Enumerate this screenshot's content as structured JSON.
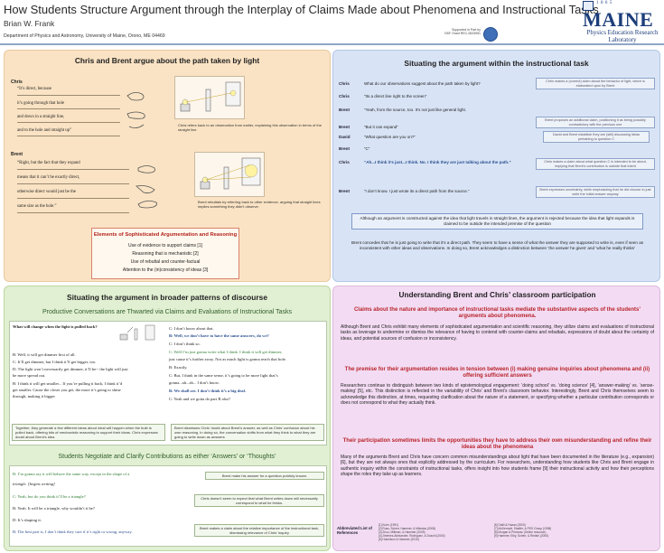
{
  "header": {
    "title": "How Students Structure Argument through the Interplay of Claims Made about Phenomena and Instructional Tasks",
    "author": "Brian W. Frank",
    "department": "Department of Physics and Astronomy, University of Maine, Orono, ME 04469",
    "support": [
      "Supported in Part by",
      "NSF Grant REC-0633951"
    ],
    "logo_year": "1 8 6 5",
    "logo_name": "MAINE",
    "lab_name": "Physics Education Research Laboratory"
  },
  "left_top": {
    "title": "Chris and Brent argue about the path taken by light",
    "chris_name": "Chris",
    "chris_lines": [
      "“It’s direct, because",
      "it’s going through that hole",
      "and down in a straight line,",
      "and to the hole and straight up”"
    ],
    "chris_caption": "Chris refers back to an observation from earlier, explaining this observation in terms of the straight line",
    "brent_name": "Brent",
    "brent_lines": [
      "“Right, but the fact that they expand",
      "means that it can’t be exactly direct,",
      "otherwise direct would just be the",
      "same size as the hole.”"
    ],
    "brent_caption": "Brent rebuttals by referring back to other evidence, arguing that straight lines implies something they didn’t observe.",
    "elements": {
      "title": "Elements of Sophisticated Argumentation and Reasoning",
      "items": [
        "Use of evidence to support claims [1]",
        "Reasoning that is mechanistic [2]",
        "Use of rebuttal and counter-factual",
        "Attention to the (in)consistency of ideas [3]"
      ]
    }
  },
  "right_top": {
    "title": "Situating the argument within the instructional task",
    "transcript": [
      {
        "speaker": "Chris",
        "text": "What do our observations suggest about the path taken by light?"
      },
      {
        "speaker": "Chris",
        "text": "“Its a direct line right to the screen”"
      },
      {
        "speaker": "Brent",
        "text": "“Yeah, from the source, too. It’s not just like general light."
      },
      {
        "speaker": "Brent",
        "text": "“But it can expand”"
      },
      {
        "speaker": "David",
        "text": "“What question are you on?”"
      },
      {
        "speaker": "Brent",
        "text": "“C”"
      },
      {
        "speaker": "Chris",
        "text": "“Ah...I think it’s just...I think. No. I think they are just talking about the path.”"
      },
      {
        "speaker": "Brent",
        "text": "“I don’t know. I just wrote its a direct path from the source.”"
      }
    ],
    "notes": [
      "Chris makes a (correct) claim about the behavior of light, which is elaborated upon by Brent",
      "Brent proposes an additional claim, positioning it as being possibly contradictory with the previous one",
      "David and Brent establish they are (still) discussing ideas pertaining to question C",
      "Chris makes a claim about what question C is intended to be about, implying that Brent’s contribution is outside that intent",
      "Brent expresses uncertainty, while emphasizing that he did choose to just write the initial answer anyway"
    ],
    "summary_box": "Although an argument is constructed against the idea that light travels in straight lines, the argument is rejected because the idea that light expands is claimed to be outside the intended premise of the question",
    "summary_text": "Brent concedes that he is just going to write that it’s a direct path. They seem to have a sense of what the answer they are supposed to write is, even if seen as inconsistent with other ideas and observations. In doing so, Brent acknowledges a distinction between ‘the answer he gives’ and ‘what he really thinks’"
  },
  "left_bottom": {
    "title": "Situating the argument in broader patterns of discourse",
    "subtitle1": "Productive Conversations are Thwarted via Claims and Evaluations of Instructional Tasks",
    "question": "What will change when the light is pulled back?",
    "left_lines": [
      "B: Well, it will get dimmer first of all.",
      "C: It’ll get dimmer, but I think it’ll get bigger, too.",
      "D: The light won’t necessarily get dimmer, it’ll be-- the light will just",
      "be more spread out.",
      "B: I think it will get smaller... If you’re pulling it back, I think it’d",
      "get smaller. Cause the closer you get, the more it’s going to shine",
      "through, making it bigger"
    ],
    "right_lines": [
      "C: I don’t know about that.",
      "B: Well, we don’t have to have the same answers, do we?",
      "C: I don’t think so.",
      "C: Well I’m just gonna write what I think. I think it will get dimmer,",
      "just cause it’s further away. Not as much light is gonna reach that hole.",
      "B: Exactly.",
      "C: But, I think in the same sense, it’s going to be more light that’s",
      "gonna...ah...ah... I don’t know.",
      "B: We shall see. I don’t think it’s a big deal.",
      "C: Yeah and we gotta do part B also?"
    ],
    "summary_left": "Together, they generate a few different ideas about what will happen when the bulb is pulled back, offering bits of mechanistic reasoning to support their ideas. Chris expresses doubt about Brent’s idea",
    "summary_right": "Brent dismisses Chris’ doubt about Brent’s answer, as well as Chris’ confusion about his own reasoning. In doing so, the conversation shifts from what they think to what they are going to write down as answers",
    "subtitle2": "Students Negotiate and Clarify Contributions as either ‘Answers’ or ‘Thoughts’",
    "lines2": [
      "B: I’m gonna say it will behave the same way, except in the shape of a",
      "triangle. [begins writing]",
      "C: Yeah, but do you think it’ll be a triangle?",
      "B: Yeah. It will be a triangle, why wouldn’t it be?",
      "D: It’s shaping it.",
      "B: The best part is, I don’t think they care if it’s right or wrong, anyway."
    ],
    "notes2": [
      "Brent make his answer for a question publicly known.",
      "Chris doesn’t seem to expect that what Brent writes down will necessarily correspond to what he thinks.",
      "Brent makes a claim about the relative importance of the instructional task, dismissing relevance of Chris’ inquiry"
    ]
  },
  "right_bottom": {
    "title": "Understanding Brent and Chris’ classroom participation",
    "claim1": "Claims about the nature and importance of instructional tasks mediate the substantive aspects of the students’ arguments about phenomena.",
    "body1": "Although Brent and Chris exhibit many elements of sophisticated argumentation and scientific reasoning, they utilize claims and evaluations of instructional tasks as leverage to undermine or dismiss the relevance of having to contend with counter-claims and rebuttals, expressions of doubt about the certainty of ideas, and potential sources of confusion or inconsistency.",
    "claim2": "The premise for their argumentation resides in tension between (i) making genuine inquiries about phenomena and (ii) offering sufficient answers",
    "body2": "Researchers continue to distinguish between two kinds of epistemological engagement: ‘doing school’ vs. ‘doing science’ [4], ‘answer-making’ vs. ‘sense-making’ [5], etc. This distinction is reflected in the variability of Chris’ and Brent’s classroom behavior. Interestingly, Brent and Chris themselves seem to acknowledge this distinction, at times, requesting clarification about the nature of a statement, or specifying whether a particular contribution corresponds or does not correspond to what they actually think.",
    "claim3": "Their participation sometimes limits the opportunities they have to address their own misunderstanding and refine their ideas about the phenomena",
    "body3": "Many of the arguments Brent and Chris have concern common misunderstandings about light that have been documented in the literature (e.g., expansion) [6], but they are not always ones that explicitly addressed by the curriculum. For researchers, understanding how students like Chris and Brent engage in authentic inquiry within the constraints of instructional tasks, offers insight into how students frame [9] their instructional activity and how their perceptions shape the roles they take up as learners.",
    "refs_label": "Abbreviated List of References",
    "refs_left": [
      "[1] Kuhn (1991)",
      "[2] Russ, Scherr, Hammer, & Mikeska (2008)",
      "[3] Zhou, Millman, & Hammer (2009)",
      "[4] Jiménez-Aleixandre, Rodríguez, & Duschl (2000)",
      "[5] Hutchison & Hammer (2010)"
    ],
    "refs_right": [
      "[6] Galili & Hazan (2000)",
      "[7] McDermott, Shaffer, & PEG Group (1998)",
      "[8] Morgan & Primorac (Online resource)",
      "[9] Hammer, Elby, Scherr, & Redish (2005)"
    ]
  }
}
